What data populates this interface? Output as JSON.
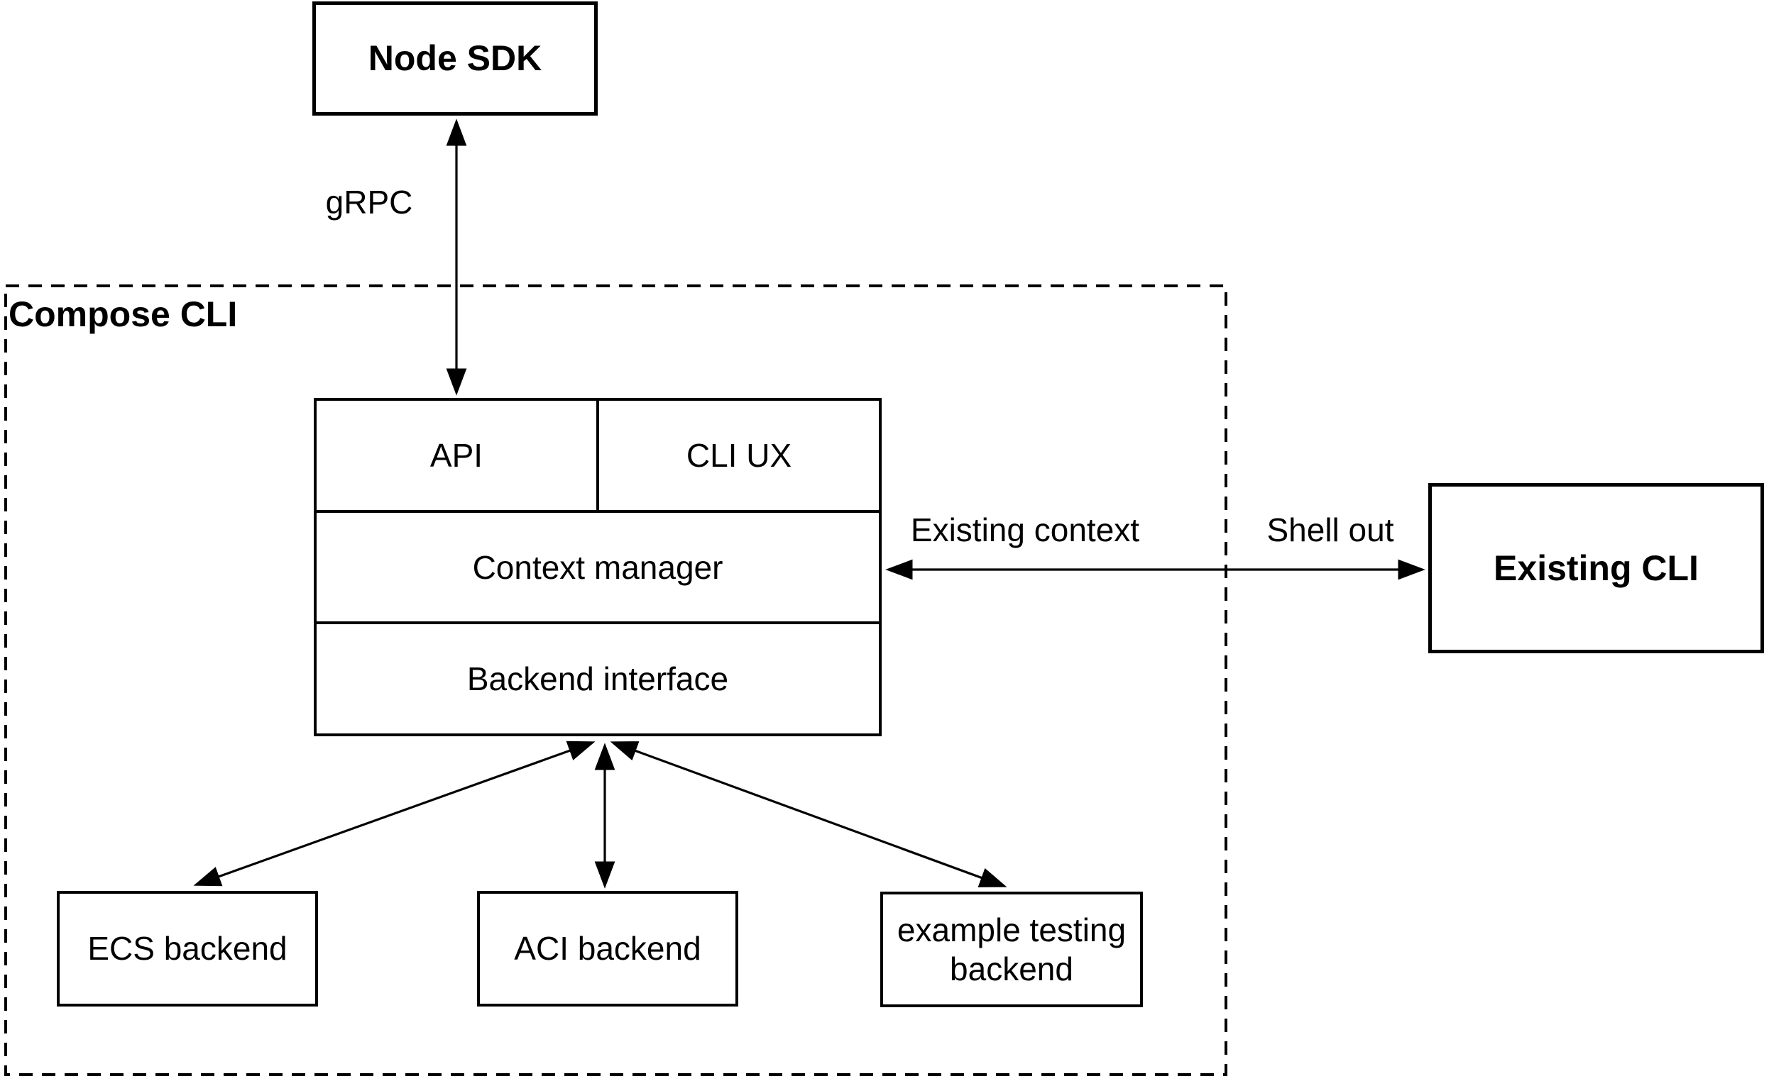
{
  "diagram": {
    "colors": {
      "stroke": "#000000",
      "background": "#ffffff",
      "text": "#000000"
    },
    "container": {
      "label": "Compose CLI"
    },
    "nodes": {
      "node_sdk": "Node SDK",
      "api": "API",
      "cli_ux": "CLI UX",
      "context_manager": "Context manager",
      "backend_interface": "Backend interface",
      "ecs_backend": "ECS backend",
      "aci_backend": "ACI backend",
      "example_testing_backend": "example testing backend",
      "existing_cli": "Existing CLI"
    },
    "edges": [
      {
        "label": "gRPC",
        "from": "Node SDK",
        "to": "API",
        "arrows": "both"
      },
      {
        "label_left": "Existing context",
        "label_right": "Shell out",
        "from": "Context manager",
        "to": "Existing CLI",
        "arrows": "both"
      },
      {
        "from": "Backend interface",
        "to": "ECS backend",
        "arrows": "both"
      },
      {
        "from": "Backend interface",
        "to": "ACI backend",
        "arrows": "both"
      },
      {
        "from": "Backend interface",
        "to": "example testing backend",
        "arrows": "both"
      }
    ]
  }
}
